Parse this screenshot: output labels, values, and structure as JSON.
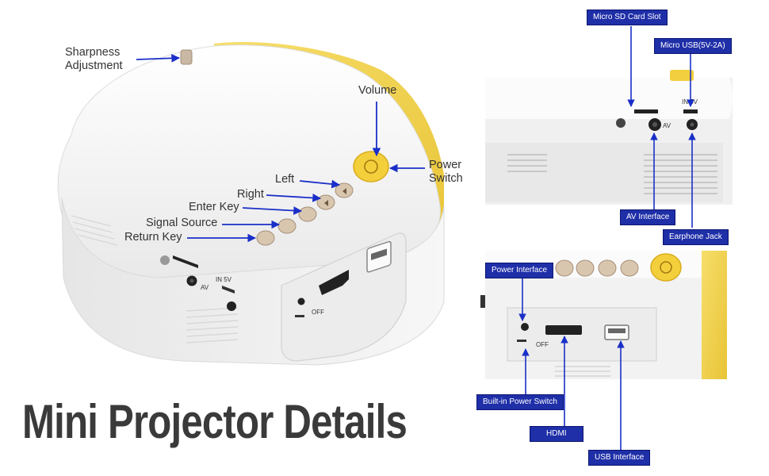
{
  "headline": "Mini Projector Details",
  "main_view": {
    "callouts": {
      "sharpness_line1": "Sharpness",
      "sharpness_line2": "Adjustment",
      "volume": "Volume",
      "power_line1": "Power",
      "power_line2": "Switch",
      "left": "Left",
      "right": "Right",
      "enter": "Enter Key",
      "signal": "Signal Source",
      "return": "Return Key"
    },
    "port_labels": {
      "in5v": "IN 5V",
      "av": "AV",
      "off": "OFF"
    }
  },
  "side_view": {
    "tags": {
      "micro_sd": "Micro SD Card Slot",
      "micro_usb": "Micro USB(5V-2A)",
      "av_interface": "AV Interface",
      "earphone": "Earphone Jack"
    },
    "port_labels": {
      "in5v": "IN 5V",
      "av": "AV"
    }
  },
  "rear_view": {
    "tags": {
      "power_interface": "Power Interface",
      "power_switch": "Built-in Power Switch",
      "hdmi": "HDMI",
      "usb": "USB Interface"
    },
    "port_labels": {
      "off": "OFF"
    }
  },
  "colors": {
    "accent_yellow": "#f5d24a",
    "tag_blue": "#1f2fa8",
    "arrow_blue": "#1a2fc8",
    "button_beige": "#d9c6ae",
    "body_white": "#f4f4f4"
  }
}
